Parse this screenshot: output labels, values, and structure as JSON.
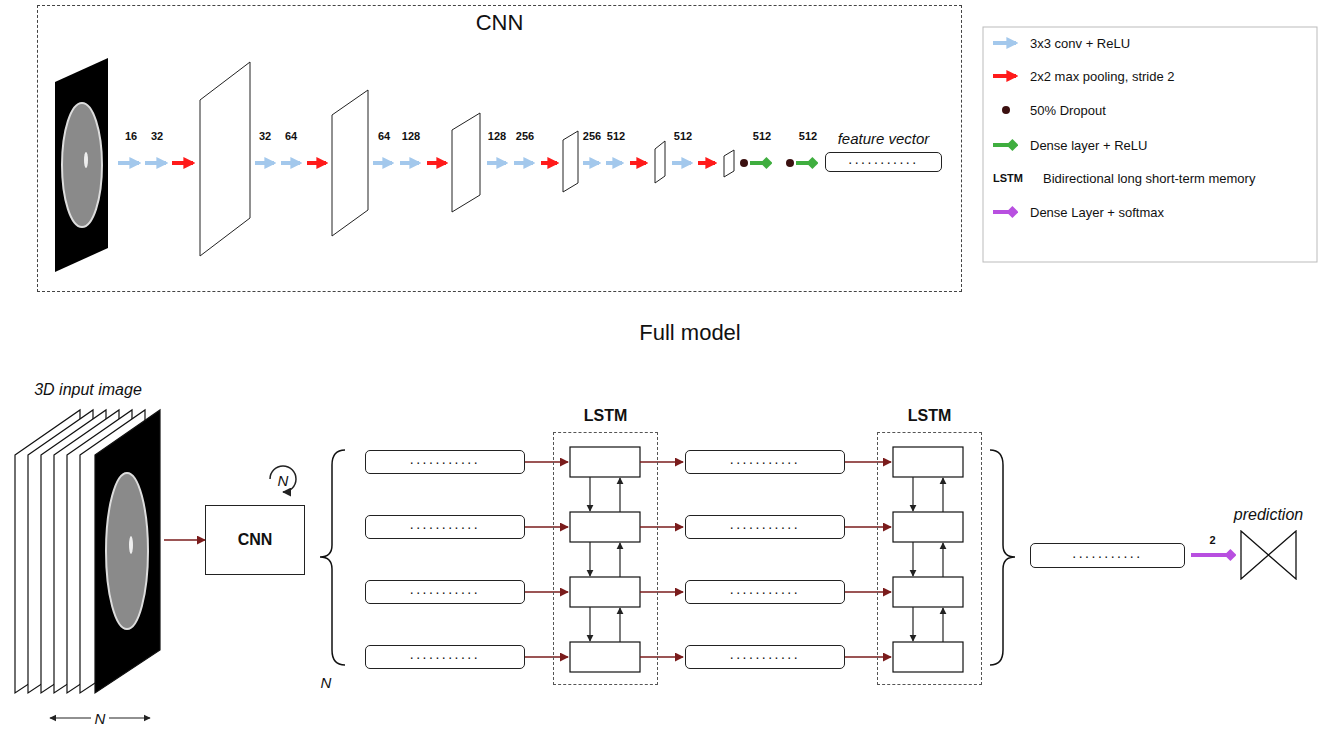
{
  "diagram": {
    "nodes": [
      {
        "text": [
          "CNN"
        ]
      },
      {
        "text": [
          "feature vector",
          "..........."
        ],
        "in": 0
      },
      {
        "text": [
          "3D input image"
        ]
      },
      {
        "text": [
          "CNN"
        ]
      },
      {
        "text": [
          "..........."
        ]
      },
      {
        "text": [
          "..........."
        ]
      },
      {
        "text": [
          "..........."
        ]
      },
      {
        "text": [
          "..........."
        ]
      },
      {
        "text": [
          "LSTM"
        ]
      },
      {
        "text": [
          "..........."
        ]
      },
      {
        "text": [
          "..........."
        ]
      },
      {
        "text": [
          "..........."
        ]
      },
      {
        "text": [
          "..........."
        ]
      },
      {
        "text": [
          "LSTM"
        ]
      },
      {
        "text": [
          "..........."
        ]
      },
      {
        "text": [
          "prediction"
        ]
      }
    ],
    "edges": [
      {
        "from": 2,
        "to": 3,
        "arrow": "to"
      },
      {
        "from": 14,
        "to": 15,
        "label": "2",
        "arrow": "to"
      }
    ],
    "labels": [
      "16",
      "32",
      "32",
      "64",
      "64",
      "128",
      "128",
      "256",
      "256",
      "512",
      "512",
      "512",
      "512",
      "Full model",
      "N",
      "N",
      "N",
      "LSTM"
    ],
    "legend": [
      {
        "text": "3x3 conv + ReLU"
      },
      {
        "text": "2x2 max pooling, stride 2"
      },
      {
        "text": "50% Dropout"
      },
      {
        "text": "Dense layer + ReLU"
      },
      {
        "text": "Bidirectional long short-term memory"
      },
      {
        "text": "Dense Layer + softmax"
      }
    ]
  }
}
